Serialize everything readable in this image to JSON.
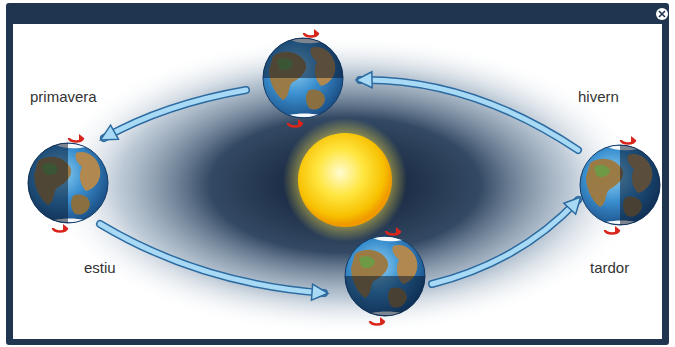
{
  "diagram": {
    "labels": [
      "primavera",
      "hivern",
      "estiu",
      "tardor"
    ]
  }
}
